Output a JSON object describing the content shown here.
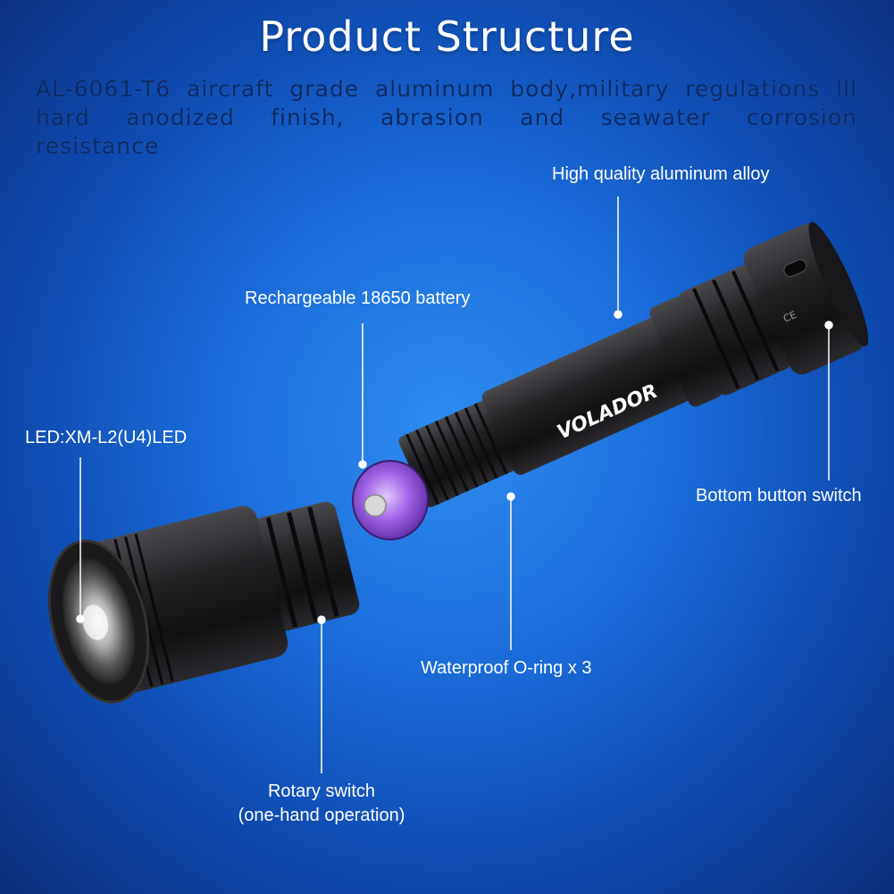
{
  "title": "Product Structure",
  "subtitle": "AL-6061-T6 aircraft grade aluminum body,military regulations lll hard anodized finish, abrasion and seawater corrosion resistance",
  "brand": "VOLADOR",
  "labels": {
    "aluminum": "High quality aluminum alloy",
    "battery": "Rechargeable 18650 battery",
    "led": "LED:XM-L2(U4)LED",
    "bottom_switch": "Bottom button switch",
    "oring": "Waterproof O-ring x 3",
    "rotary_line1": "Rotary switch",
    "rotary_line2": "(one-hand operation)"
  },
  "colors": {
    "background": "#1a6ad8",
    "body": "#1c1c1e",
    "battery": "#9b5de0",
    "callout": "#ffffff"
  }
}
